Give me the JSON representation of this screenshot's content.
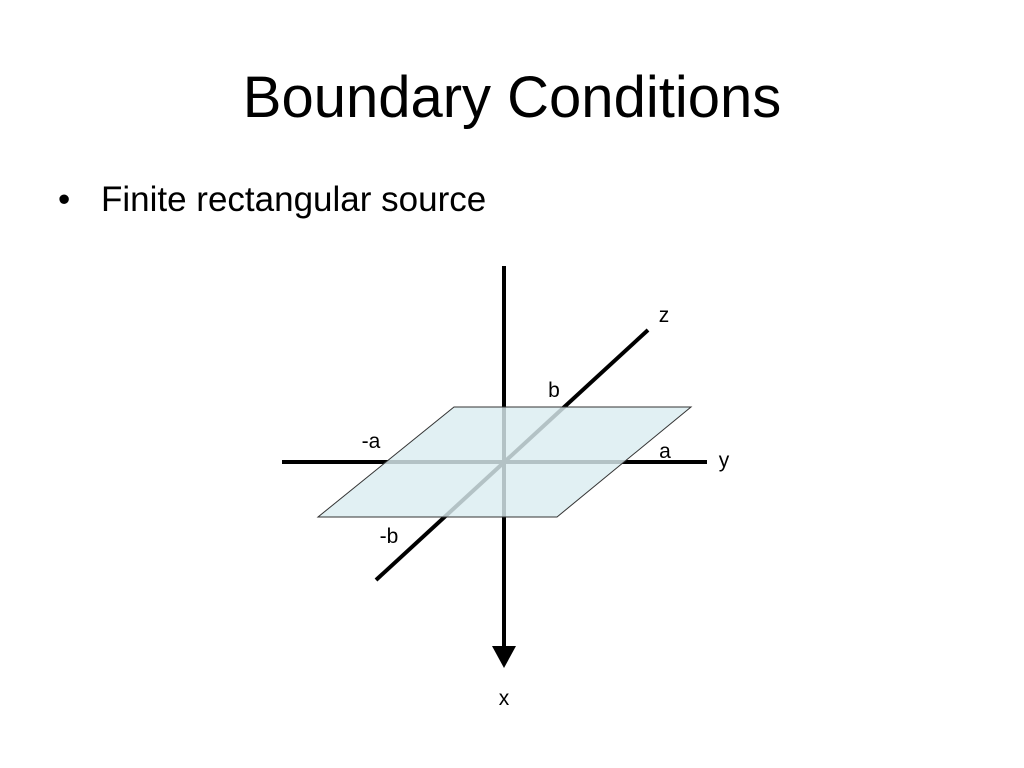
{
  "slide": {
    "title": "Boundary Conditions",
    "bullets": [
      {
        "marker": "•",
        "text": "Finite rectangular source"
      }
    ]
  },
  "diagram": {
    "axis_labels": {
      "x": "x",
      "y": "y",
      "z": "z"
    },
    "rect_labels": {
      "pos_a": "a",
      "neg_a": "-a",
      "pos_b": "b",
      "neg_b": "-b"
    },
    "colors": {
      "plane_fill": "#daedf0",
      "axis": "#000000",
      "axis_behind_plane": "#5a6a70"
    }
  }
}
